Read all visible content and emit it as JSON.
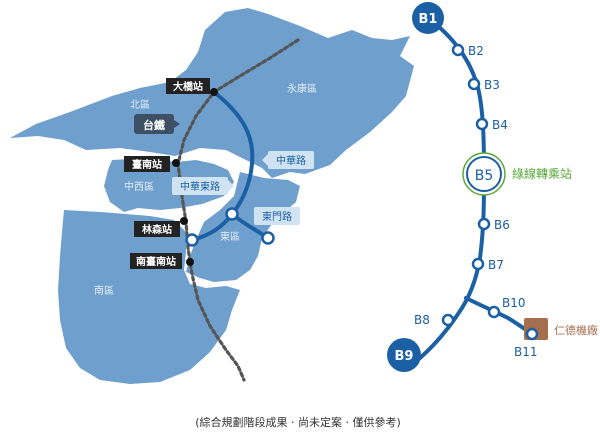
{
  "districts": {
    "north": "北區",
    "yongkang": "永康區",
    "west_central": "中西區",
    "east": "東區",
    "south": "南區"
  },
  "stations": {
    "daqiao": "大橋站",
    "tainan": "臺南站",
    "linsen": "林森站",
    "south_tainan": "南臺南站"
  },
  "tags": {
    "tra": "台鐵",
    "zhonghua_rd": "中華路",
    "zhonghua_e_rd": "中華東路",
    "dongmen_rd": "東門路"
  },
  "line_stops": [
    "B1",
    "B2",
    "B3",
    "B4",
    "B5",
    "B6",
    "B7",
    "B8",
    "B9",
    "B10",
    "B11"
  ],
  "transfer_label": "綠線轉乘站",
  "depot_label": "仁德機廠",
  "footnote": "(綜合規劃階段成果 · 尚未定案 · 僅供參考)",
  "colors": {
    "land": "#6e9fcd",
    "route": "#1b5fa4",
    "transfer": "#5aa83a",
    "depot": "#a56f4e",
    "tag": "#cfe3f3",
    "station_badge": "#222222"
  }
}
